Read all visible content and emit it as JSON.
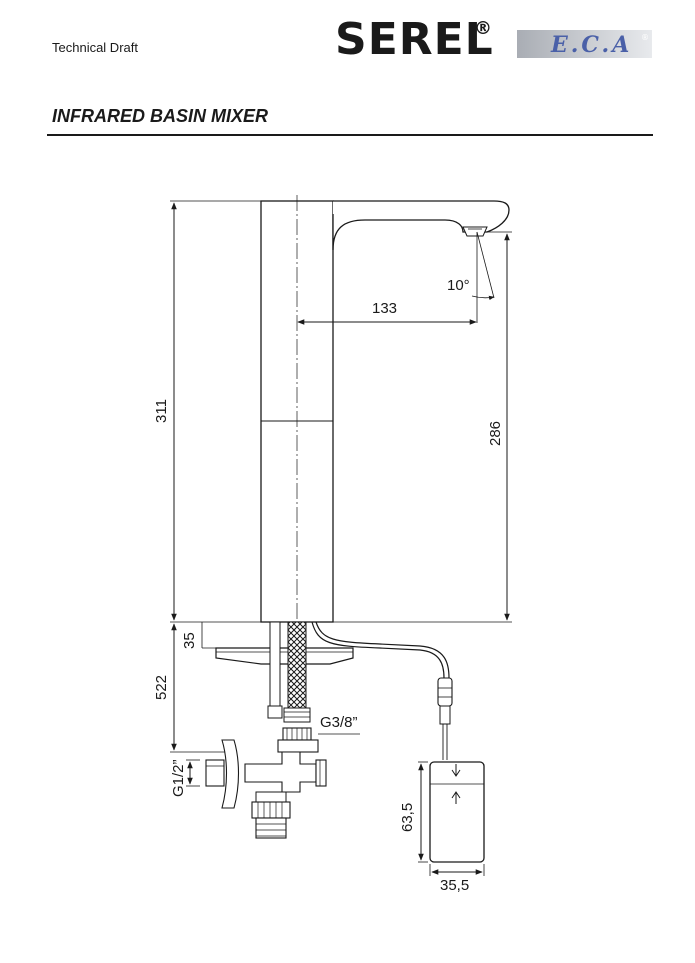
{
  "header": {
    "doc_type": "Technical Draft",
    "brand": "SEREL",
    "brand_mark": "®",
    "partner_logo": "E.C.A",
    "partner_mark": "®"
  },
  "title": "INFRARED BASIN MIXER",
  "dimensions": {
    "total_height": "311",
    "spout_height": "286",
    "spout_reach": "133",
    "sensor_angle": "10°",
    "base_thickness": "35",
    "below_counter": "522",
    "hose_connection": "G3/8”",
    "valve_connection": "G1/2”",
    "battery_height": "63,5",
    "battery_width": "35,5"
  }
}
